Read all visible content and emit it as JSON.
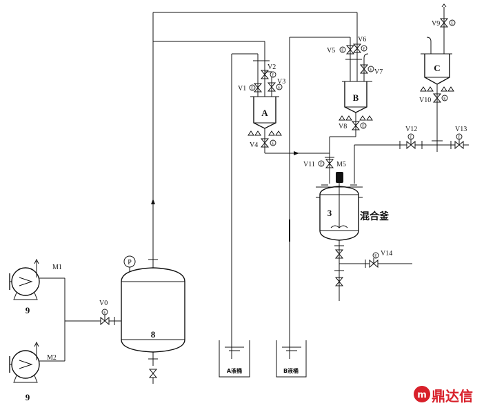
{
  "labels": {
    "pump1": "9",
    "pump2": "9",
    "motor1": "M1",
    "motor2": "M2",
    "tank_a": "A",
    "tank_b": "B",
    "tank_c": "C",
    "vessel_main": "8",
    "mixer": "3",
    "mixer_name": "混合釜",
    "mixer_motor": "M5",
    "pressure_gauge": "P",
    "bucket_a": "A液桶",
    "bucket_b": "B液桶",
    "v0": "V0",
    "v1": "V1",
    "v2": "V2",
    "v3": "V3",
    "v4": "V4",
    "v5": "V5",
    "v6": "V6",
    "v7": "V7",
    "v8": "V8",
    "v9": "V9",
    "v10": "V10",
    "v11": "V11",
    "v12": "V12",
    "v13": "V13",
    "v14": "V14"
  },
  "logo": {
    "text": "鼎达信",
    "color": "#d8202a"
  }
}
